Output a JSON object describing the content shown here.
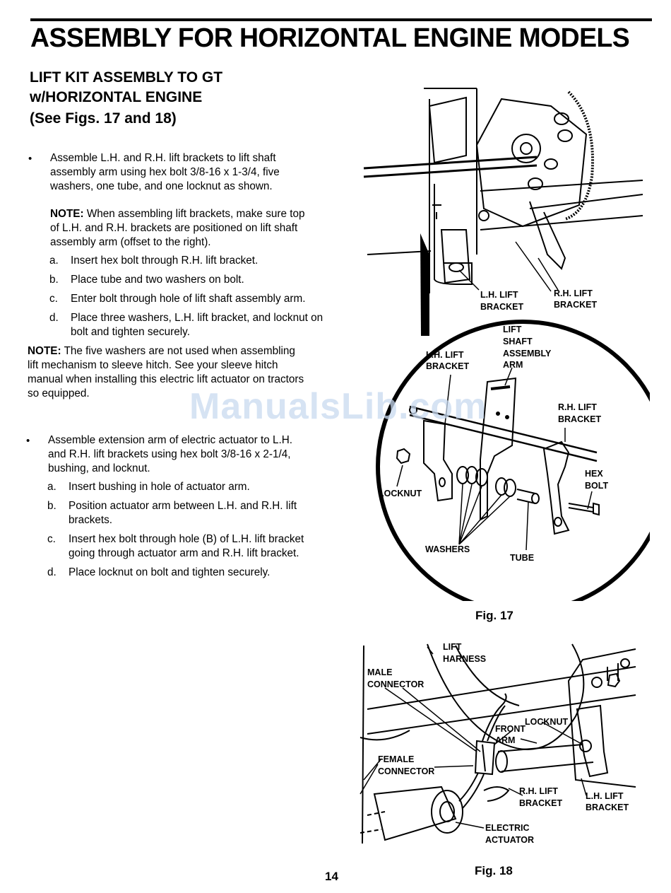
{
  "page": {
    "title": "ASSEMBLY FOR HORIZONTAL ENGINE MODELS",
    "section_title_line1": "LIFT KIT ASSEMBLY TO GT",
    "section_title_line2": "w/HORIZONTAL ENGINE",
    "section_subtitle": "(See Figs. 17 and 18)",
    "page_number": "14",
    "watermark": "ManualsLib.com"
  },
  "steps": [
    {
      "bullet": "•",
      "text_lines": [
        "Assemble L.H. and R.H. lift  brackets to lift shaft",
        "assembly arm using hex bolt 3/8-16 x 1-3/4, five",
        "washers, one tube, and one locknut as shown."
      ],
      "note_label": "NOTE:",
      "note_lines": [
        " When assembling lift brackets, make sure top",
        "of L.H. and R.H. brackets are positioned on lift shaft",
        "assembly arm (offset to the right)."
      ],
      "substeps": [
        {
          "letter": "a.",
          "text": "Insert hex bolt through R.H. lift bracket."
        },
        {
          "letter": "b.",
          "text": "Place tube and two washers on bolt."
        },
        {
          "letter": "c.",
          "text": "Enter bolt through hole of lift shaft assembly arm."
        },
        {
          "letter": "d.",
          "text": "Place three washers, L.H. lift bracket, and locknut on bolt and tighten securely."
        }
      ]
    },
    {
      "bullet": "•",
      "text_lines": [
        "Assemble extension arm of electric actuator to L.H.",
        "and R.H. lift brackets using hex bolt 3/8-16 x 2-1/4,",
        "bushing, and locknut."
      ],
      "substeps": [
        {
          "letter": "a.",
          "text": "Insert bushing in hole of actuator arm."
        },
        {
          "letter": "b.",
          "text": "Position actuator arm between L.H. and R.H. lift brackets."
        },
        {
          "letter": "c.",
          "text": "Insert hex bolt through hole (B) of L.H. lift bracket going through actuator arm and R.H. lift bracket."
        },
        {
          "letter": "d.",
          "text": "Place locknut on bolt and tighten securely."
        }
      ]
    }
  ],
  "general_note": {
    "label": "NOTE:",
    "lines": [
      " The five washers are not  used when assembling",
      "lift mechanism to  sleeve hitch.  See your sleeve hitch",
      "manual when installing this electric lift actuator on tractors",
      "so equipped."
    ]
  },
  "fig17": {
    "caption": "Fig. 17",
    "labels": {
      "lh_lift_bracket_top_1": "L.H. LIFT",
      "lh_lift_bracket_top_2": "BRACKET",
      "rh_lift_bracket_top_1": "R.H. LIFT",
      "rh_lift_bracket_top_2": "BRACKET",
      "lift_1": "LIFT",
      "lift_2": "SHAFT",
      "lift_3": "ASSEMBLY",
      "lift_4": "ARM",
      "lh_circle_1": "L.H. LIFT",
      "lh_circle_2": "BRACKET",
      "rh_circle_1": "R.H. LIFT",
      "rh_circle_2": "BRACKET",
      "hex_1": "HEX",
      "hex_2": "BOLT",
      "locknut": "LOCKNUT",
      "washers": "WASHERS",
      "tube": "TUBE"
    }
  },
  "fig18": {
    "caption": "Fig. 18",
    "labels": {
      "lift_harness_1": "LIFT",
      "lift_harness_2": "HARNESS",
      "male_1": "MALE",
      "male_2": "CONNECTOR",
      "locknut": "LOCKNUT",
      "front_1": "FRONT",
      "front_2": "ARM",
      "female_1": "FEMALE",
      "female_2": "CONNECTOR",
      "rh_1": "R.H. LIFT",
      "rh_2": "BRACKET",
      "lh_1": "L.H. LIFT",
      "lh_2": "BRACKET",
      "actuator_1": "ELECTRIC",
      "actuator_2": "ACTUATOR"
    }
  }
}
